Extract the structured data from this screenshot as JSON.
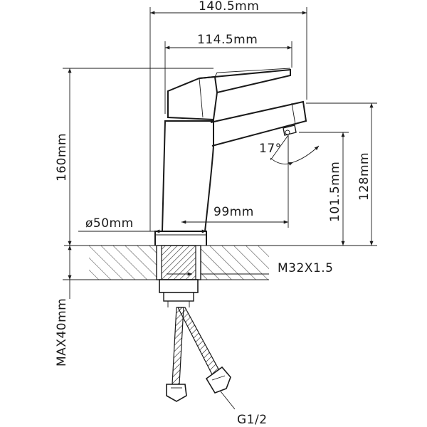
{
  "dimensions": {
    "total_width": "140.5mm",
    "handle_width": "114.5mm",
    "total_height": "160mm",
    "spout_height": "128mm",
    "spout_clearance": "101.5mm",
    "spout_reach": "99mm",
    "base_diameter": "ø50mm",
    "spout_angle": "17°",
    "thread": "M32X1.5",
    "max_counter_thickness": "MAX40mm",
    "hose_connection": "G1/2"
  }
}
